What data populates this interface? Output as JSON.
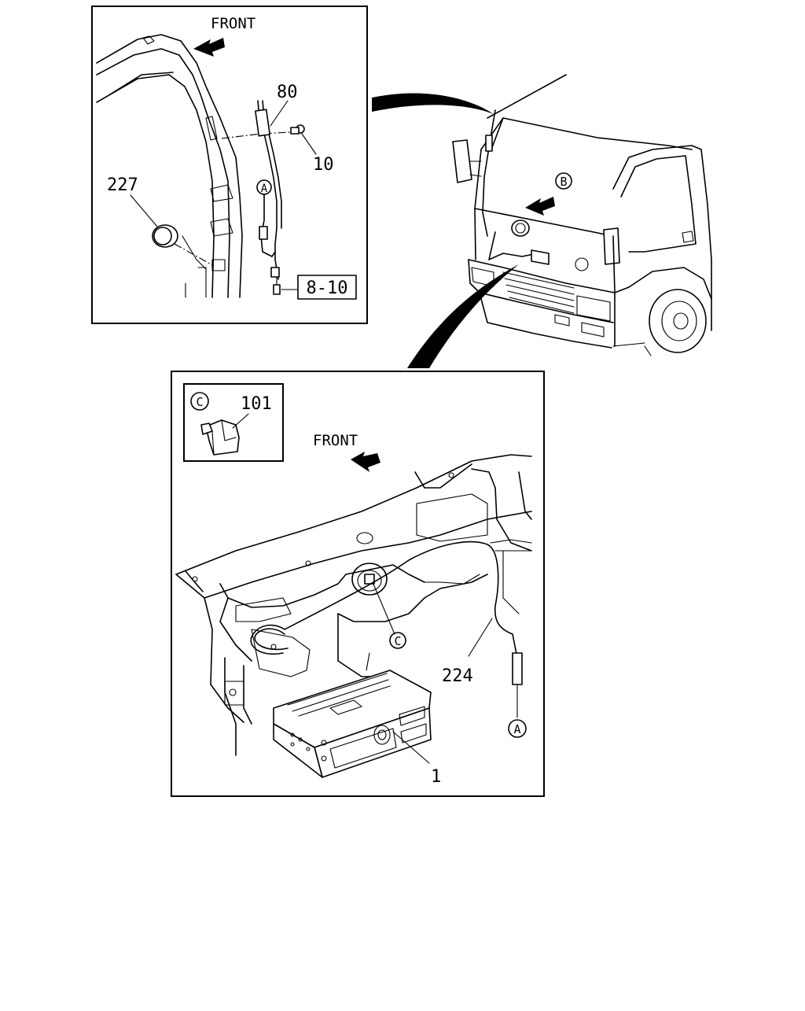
{
  "top_inset": {
    "front_label": "FRONT",
    "callouts": {
      "antenna": "80",
      "bolt": "10",
      "grommet": "227",
      "ref_box": "8-10",
      "circle_a": "A"
    }
  },
  "truck_view": {
    "callouts": {
      "circle_b": "B"
    }
  },
  "bottom_view": {
    "front_label": "FRONT",
    "detail_c": {
      "circle_c": "C",
      "part": "101"
    },
    "callouts": {
      "clip_circle_c": "C",
      "cable": "224",
      "radio": "1",
      "circle_a": "A"
    }
  }
}
